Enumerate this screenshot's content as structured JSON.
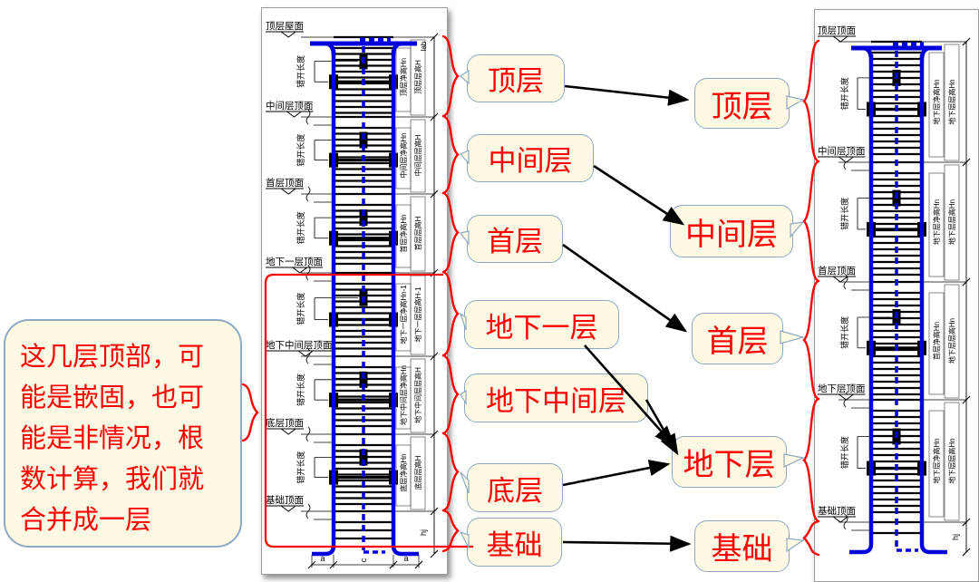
{
  "colors": {
    "red": "#FF0000",
    "callout_fill": "#FDF9E2",
    "callout_border": "#8EA9C2",
    "rebar_blue": "#0000DD",
    "tie_black": "#000000",
    "panel_border": "#9C9C9C"
  },
  "note_bubble": {
    "text": "这几层顶部，可能是嵌固，也可能是非情况，根数计算，我们就合并成一层",
    "lines": [
      "这几层顶部，可",
      "能是嵌固，也可",
      "能是非情况，根",
      "数计算，我们就",
      "合并成一层"
    ]
  },
  "middle_callouts": [
    {
      "label": "顶层"
    },
    {
      "label": "中间层"
    },
    {
      "label": "首层"
    },
    {
      "label": "地下一层"
    },
    {
      "label": "地下中间层"
    },
    {
      "label": "底层"
    },
    {
      "label": "基础"
    }
  ],
  "right_callouts": [
    {
      "label": "顶层"
    },
    {
      "label": "中间层"
    },
    {
      "label": "首层"
    },
    {
      "label": "地下层"
    },
    {
      "label": "基础"
    }
  ],
  "relations": [
    {
      "from": "顶层",
      "to": "顶层"
    },
    {
      "from": "中间层",
      "to": "中间层"
    },
    {
      "from": "首层",
      "to": "首层"
    },
    {
      "from": "地下一层",
      "to": "地下层"
    },
    {
      "from": "地下中间层",
      "to": "地下层"
    },
    {
      "from": "底层",
      "to": "地下层"
    },
    {
      "from": "基础",
      "to": "基础"
    }
  ],
  "left_diagram": {
    "surfaces": [
      "顶层屋面",
      "中间层顶面",
      "首层顶面",
      "地下一层顶面",
      "地下中间层顶面",
      "底层顶面",
      "基础顶面"
    ],
    "sections": [
      {
        "stagger_label": "错开长度",
        "net_height_label": "顶层净高Hn",
        "floor_height_label": "顶层层高H"
      },
      {
        "stagger_label": "错开长度",
        "net_height_label": "中间层净高Hn",
        "floor_height_label": "中间层层高H"
      },
      {
        "stagger_label": "错开长度",
        "net_height_label": "首层净高Hn",
        "floor_height_label": "首层层高H"
      },
      {
        "stagger_label": "错开长度",
        "net_height_label": "地下一层净高Hn-1",
        "floor_height_label": "地下一层层高H-1"
      },
      {
        "stagger_label": "错开长度",
        "net_height_label": "地下中间层净高Hn",
        "floor_height_label": "地下中间层层高H"
      },
      {
        "stagger_label": "错开长度",
        "net_height_label": "底层净高Hn",
        "floor_height_label": "底层层高H"
      }
    ],
    "top_dim_label": "lab",
    "foundation": {
      "left_dim": "a",
      "center_dim": "c",
      "right_dim": "a",
      "depth_dim": "hj"
    }
  },
  "right_diagram": {
    "surfaces": [
      "顶层顶面",
      "中间层顶面",
      "首层顶面",
      "地下层顶面",
      "基础顶面"
    ],
    "sections": [
      {
        "stagger_label": "错开长度",
        "net_height_label": "地下层净高Hn",
        "floor_height_label": "地下层层高Hn"
      },
      {
        "stagger_label": "错开长度",
        "net_height_label": "地下层净高Hn",
        "floor_height_label": "地下层层高Hn"
      },
      {
        "stagger_label": "错开长度",
        "net_height_label": "首层净高Hn",
        "floor_height_label": "地下层层高Hn"
      },
      {
        "stagger_label": "错开长度",
        "net_height_label": "地下层净高Hn",
        "floor_height_label": "地下层层高Hn"
      }
    ],
    "foundation": {
      "depth_dim": "hj"
    }
  }
}
